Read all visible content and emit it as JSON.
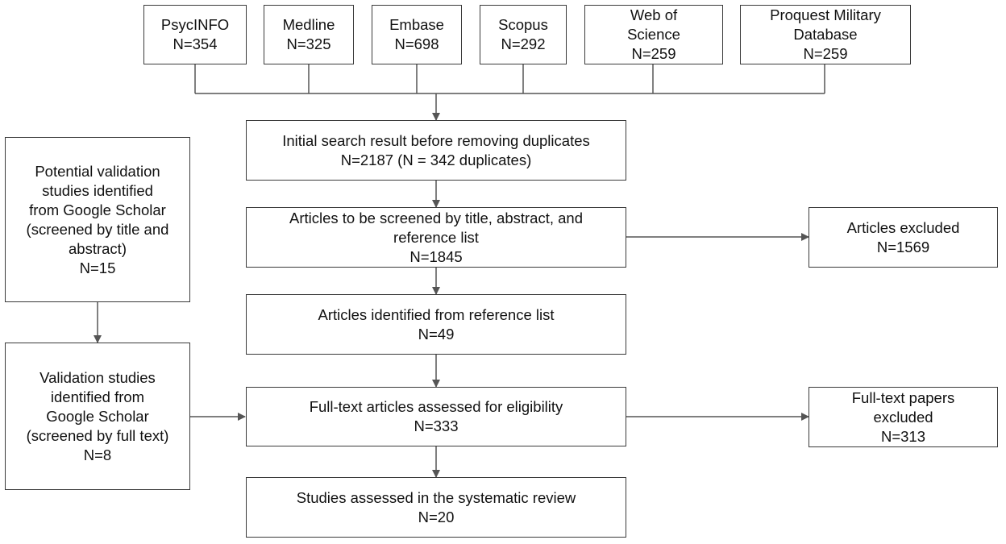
{
  "sources": {
    "psycinfo": {
      "name": "PsycINFO",
      "count": "N=354"
    },
    "medline": {
      "name": "Medline",
      "count": "N=325"
    },
    "embase": {
      "name": "Embase",
      "count": "N=698"
    },
    "scopus": {
      "name": "Scopus",
      "count": "N=292"
    },
    "wos": {
      "line1": "Web of",
      "line2": "Science",
      "count": "N=259"
    },
    "proquest": {
      "line1": "Proquest Military",
      "line2": "Database",
      "count": "N=259"
    }
  },
  "flow": {
    "initial": {
      "line1": "Initial search result before removing duplicates",
      "line2": "N=2187 (N = 342 duplicates)"
    },
    "screened": {
      "line1": "Articles to be screened by title, abstract, and",
      "line2": "reference list",
      "count": "N=1845"
    },
    "reference": {
      "line1": "Articles identified from reference list",
      "count": "N=49"
    },
    "fulltext": {
      "line1": "Full-text articles assessed for eligibility",
      "count": "N=333"
    },
    "final": {
      "line1": "Studies assessed in the systematic review",
      "count": "N=20"
    }
  },
  "side": {
    "potential": {
      "line1": "Potential validation",
      "line2": "studies identified",
      "line3": "from Google Scholar",
      "line4": "(screened by title and",
      "line5": "abstract)",
      "count": "N=15"
    },
    "validation": {
      "line1": "Validation studies",
      "line2": "identified from",
      "line3": "Google Scholar",
      "line4": "(screened by full text)",
      "count": "N=8"
    }
  },
  "excluded": {
    "articles": {
      "line1": "Articles excluded",
      "count": "N=1569"
    },
    "fulltext": {
      "line1": "Full-text papers",
      "line2": "excluded",
      "count": "N=313"
    }
  },
  "colors": {
    "border": "#3a3a3a",
    "connector": "#555555",
    "text": "#111111",
    "background": "#ffffff"
  }
}
